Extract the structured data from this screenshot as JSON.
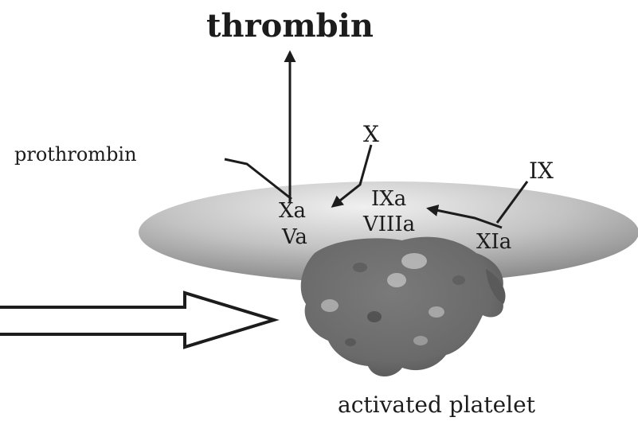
{
  "labels": {
    "thrombin": "thrombin",
    "prothrombin": "prothrombin",
    "x": "X",
    "ix": "IX",
    "xa": "Xa",
    "va": "Va",
    "ixa": "IXa",
    "viiia": "VIIIa",
    "xia": "XIa",
    "activated_platelet": "activated platelet"
  },
  "colors": {
    "ink": "#1c1c1c",
    "ellipse_light": "#ededed",
    "ellipse_dark": "#8e8e8e",
    "platelet": "#6e6e6e",
    "platelet_dark": "#4a4a4a"
  }
}
